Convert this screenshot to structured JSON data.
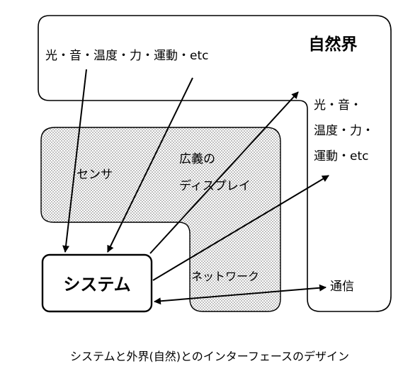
{
  "nature": {
    "title": "自然界",
    "top_text": "光・音・温度・力・運動・etc",
    "right_text": [
      "光・音・",
      "温度・力・",
      "運動・etc"
    ]
  },
  "sensor": {
    "label": "センサ"
  },
  "display": {
    "label_lines": [
      "広義の",
      "ディスプレイ"
    ]
  },
  "network": {
    "label": "ネットワーク"
  },
  "system": {
    "label": "システム"
  },
  "comm": {
    "label": "通信"
  },
  "caption": "システムと外界(自然)とのインターフェースのデザイン"
}
